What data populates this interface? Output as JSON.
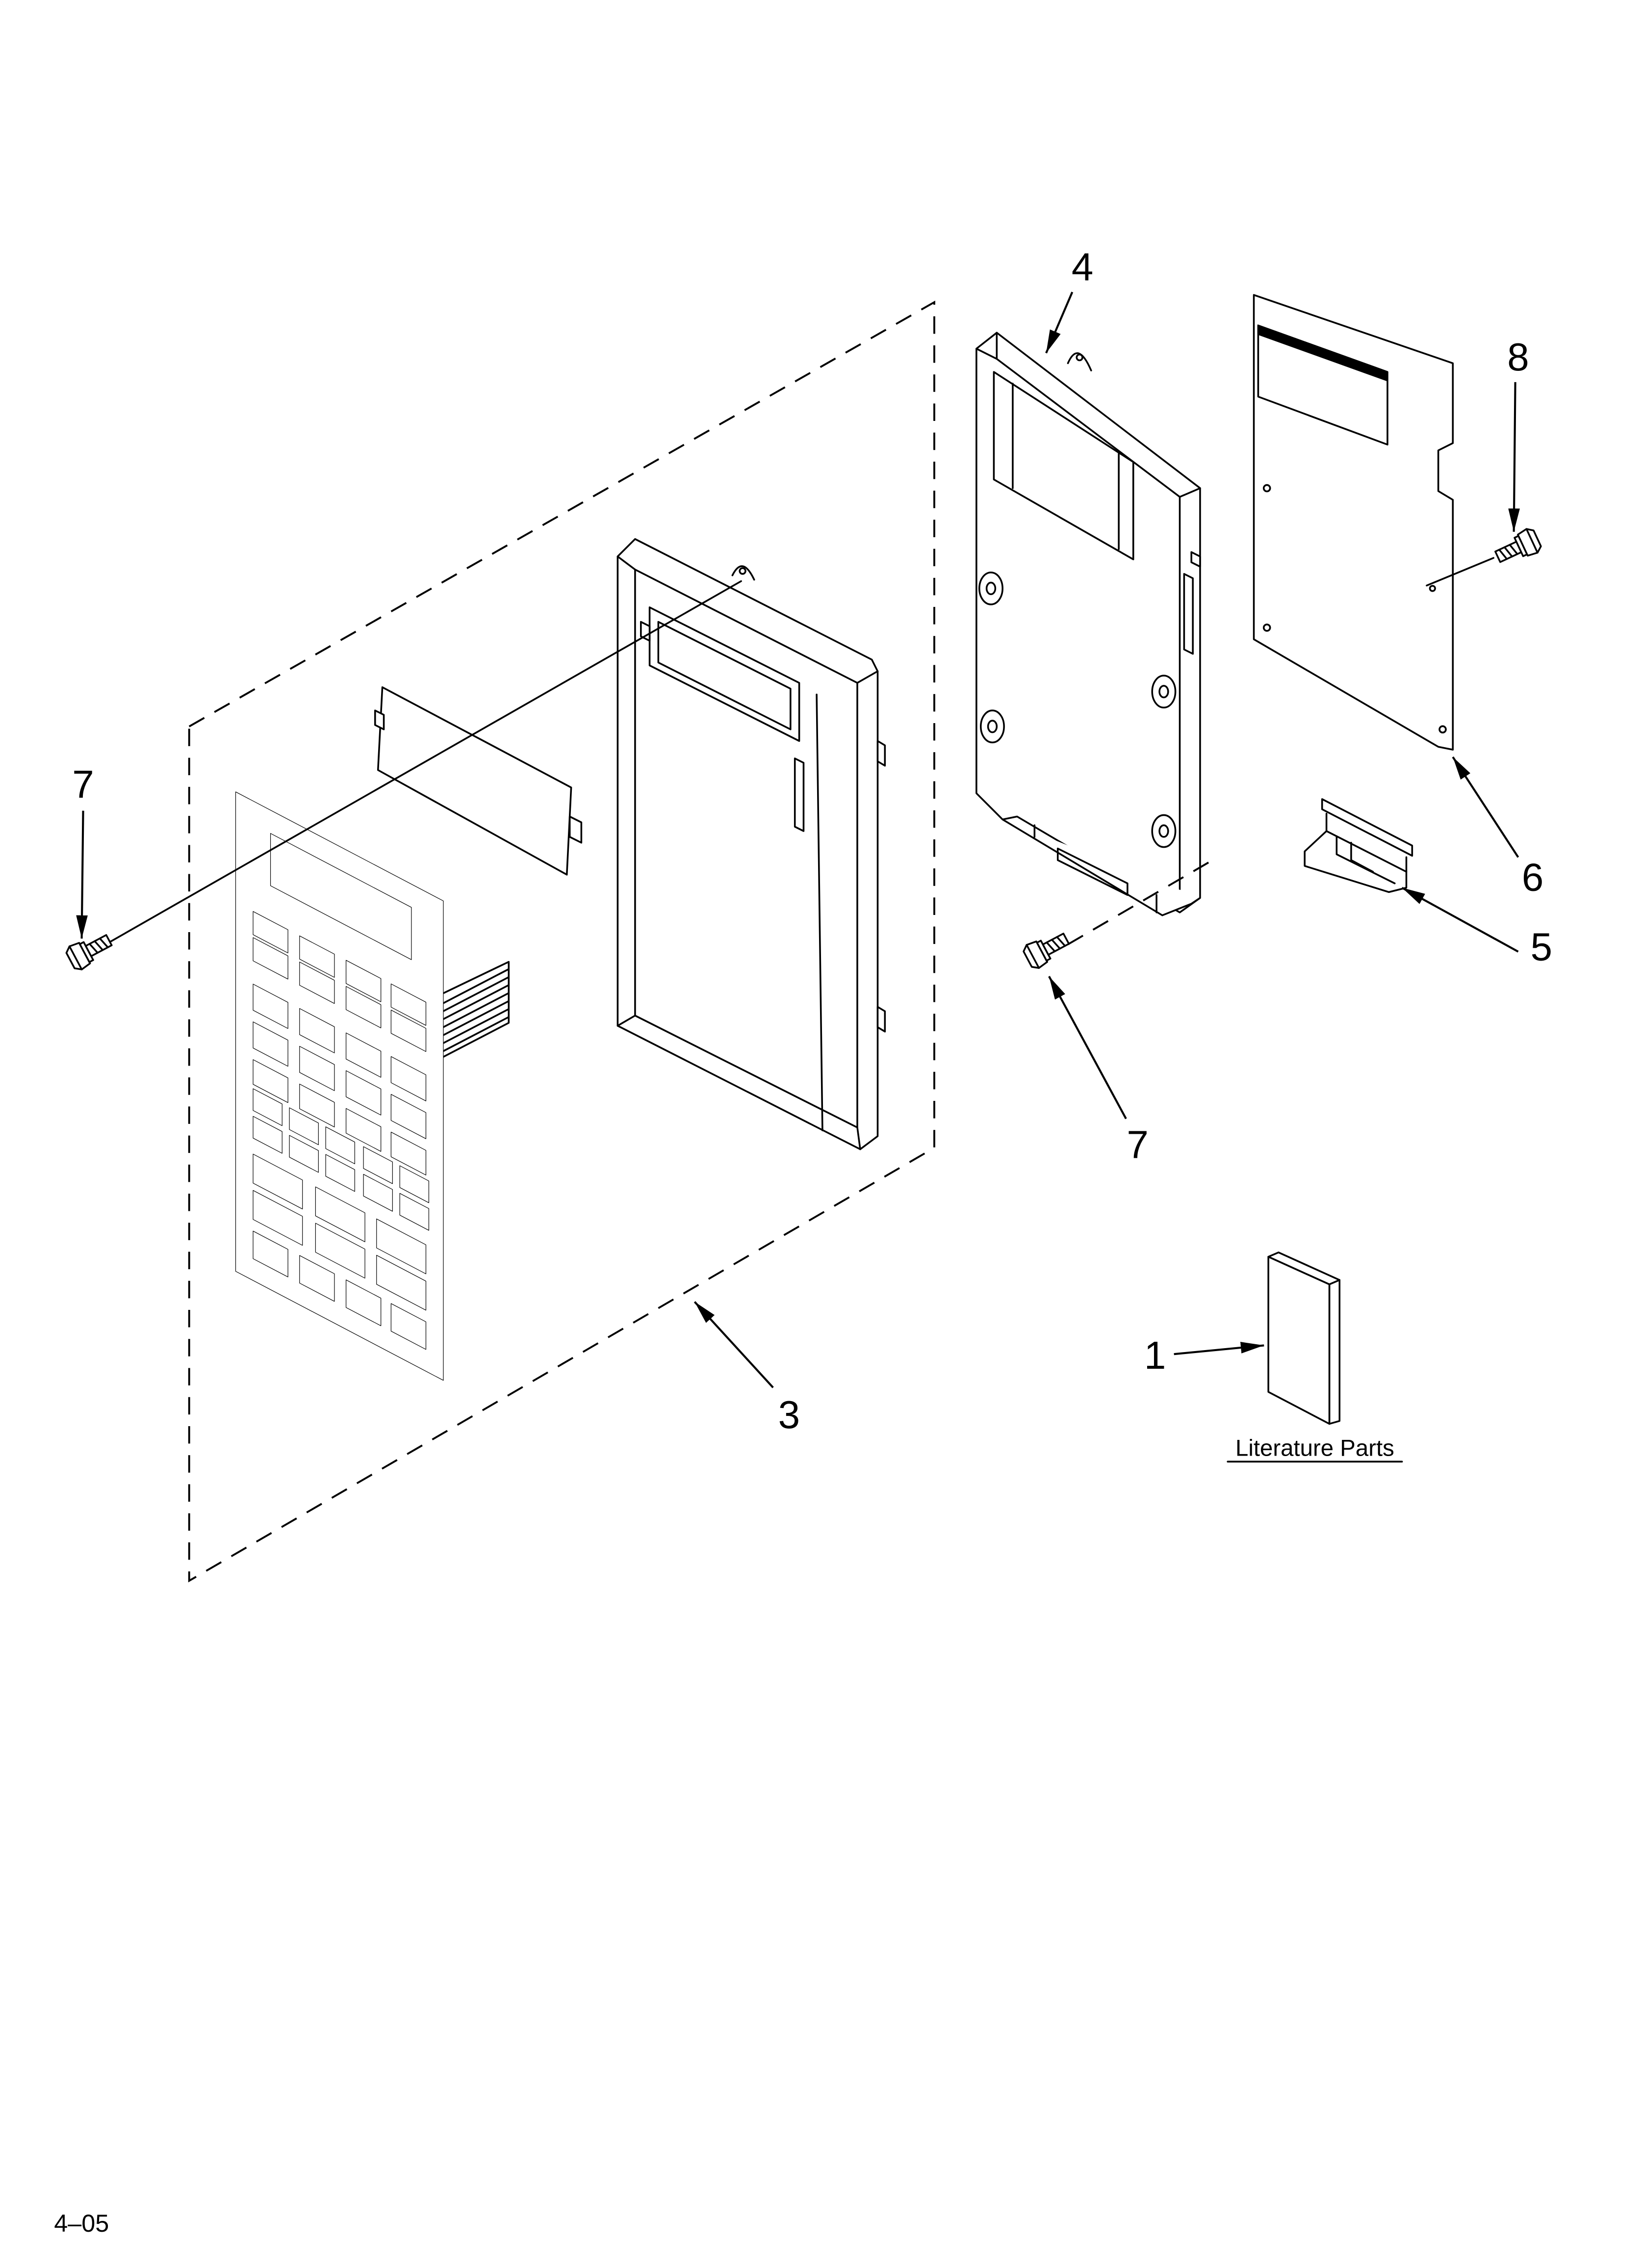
{
  "callouts": {
    "part_4": "4",
    "part_8": "8",
    "part_7_left": "7",
    "part_7_right": "7",
    "part_6": "6",
    "part_5": "5",
    "part_1": "1",
    "part_3": "3"
  },
  "literature_label": "Literature Parts",
  "page_code": "4–05",
  "colors": {
    "line": "#000000",
    "background": "#ffffff"
  }
}
